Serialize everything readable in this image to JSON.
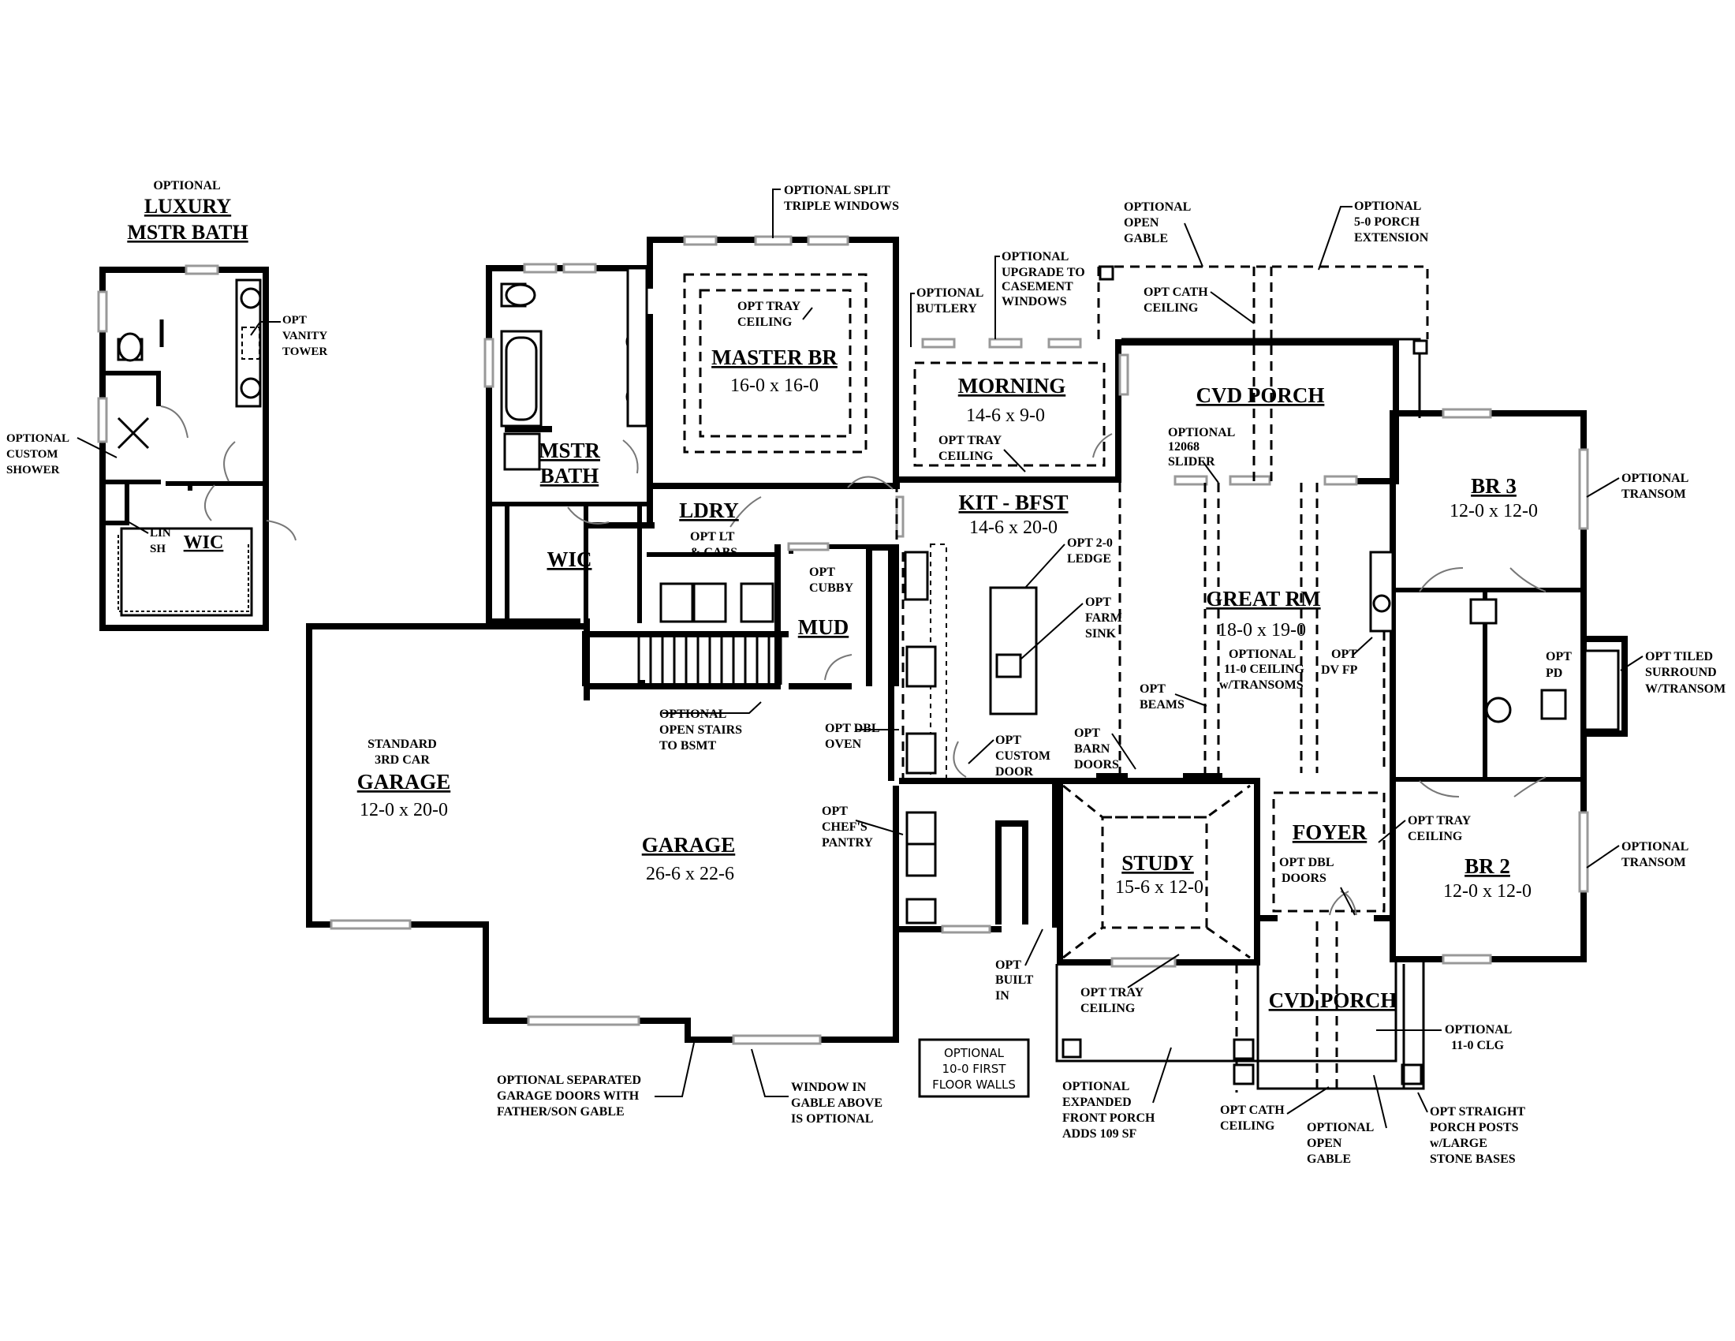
{
  "luxury_bath": {
    "optional_label": "OPTIONAL",
    "title_line1": "LUXURY",
    "title_line2": "MSTR BATH",
    "wic": "WIC",
    "notes": {
      "opt_vanity": [
        "OPT",
        "VANITY",
        "TOWER"
      ],
      "custom_shower": [
        "OPTIONAL",
        "CUSTOM",
        "SHOWER"
      ],
      "lin_sh": [
        "LIN",
        "SH"
      ]
    }
  },
  "rooms": {
    "master_br": {
      "name": "MASTER BR",
      "dim": "16-0 x 16-0"
    },
    "mstr_bath": {
      "name_line1": "MSTR",
      "name_line2": "BATH"
    },
    "wic": {
      "name": "WIC"
    },
    "ldry": {
      "name": "LDRY"
    },
    "mud": {
      "name": "MUD"
    },
    "morning": {
      "name": "MORNING",
      "dim": "14-6 x 9-0"
    },
    "kit_bfst": {
      "name": "KIT - BFST",
      "dim": "14-6 x 20-0"
    },
    "cvd_porch_rear": {
      "name": "CVD PORCH"
    },
    "great_rm": {
      "name": "GREAT RM",
      "dim": "18-0 x 19-0"
    },
    "br3": {
      "name": "BR 3",
      "dim": "12-0 x 12-0"
    },
    "br2": {
      "name": "BR 2",
      "dim": "12-0 x 12-0"
    },
    "study": {
      "name": "STUDY",
      "dim": "15-6 x 12-0"
    },
    "foyer": {
      "name": "FOYER"
    },
    "cvd_porch_front": {
      "name": "CVD PORCH"
    },
    "garage": {
      "name": "GARAGE",
      "dim": "26-6 x 22-6"
    },
    "garage3": {
      "pre1": "STANDARD",
      "pre2": "3RD CAR",
      "name": "GARAGE",
      "dim": "12-0 x 20-0"
    }
  },
  "notes": {
    "split_windows": [
      "OPTIONAL SPLIT",
      "TRIPLE WINDOWS"
    ],
    "master_tray": [
      "OPT TRAY",
      "CEILING"
    ],
    "butlery": [
      "OPTIONAL",
      "BUTLERY"
    ],
    "casement": [
      "OPTIONAL",
      "UPGRADE TO",
      "CASEMENT",
      "WINDOWS"
    ],
    "open_gable_rear": [
      "OPTIONAL",
      "OPEN",
      "GABLE"
    ],
    "porch_ext": [
      "OPTIONAL",
      "5-0 PORCH",
      "EXTENSION"
    ],
    "cath_ceiling_rear": [
      "OPT CATH",
      "CEILING"
    ],
    "morning_tray": [
      "OPT TRAY",
      "CEILING"
    ],
    "slider": [
      "OPTIONAL",
      "12068",
      "SLIDER"
    ],
    "ledge": [
      "OPT 2-0",
      "LEDGE"
    ],
    "farm_sink": [
      "OPT",
      "FARM",
      "SINK"
    ],
    "great_ceiling": [
      "OPTIONAL",
      "11-0 CEILING",
      "w/TRANSOMS"
    ],
    "beams": [
      "OPT",
      "BEAMS"
    ],
    "dv_fp": [
      "OPT",
      "DV FP"
    ],
    "transom1": [
      "OPTIONAL",
      "TRANSOM"
    ],
    "transom2": [
      "OPTIONAL",
      "TRANSOM"
    ],
    "tiled": [
      "OPT TILED",
      "SURROUND",
      "W/TRANSOM"
    ],
    "pd": [
      "OPT",
      "PD"
    ],
    "lt_cabs": [
      "OPT LT",
      "& CABS"
    ],
    "cubby": [
      "OPT",
      "CUBBY"
    ],
    "open_stairs": [
      "OPTIONAL",
      "OPEN STAIRS",
      "TO BSMT"
    ],
    "dbl_oven": [
      "OPT DBL",
      "OVEN"
    ],
    "custom_door": [
      "OPT",
      "CUSTOM",
      "DOOR"
    ],
    "barn_doors": [
      "OPT",
      "BARN",
      "DOORS"
    ],
    "chefs_pantry": [
      "OPT",
      "CHEF'S",
      "PANTRY"
    ],
    "built_in": [
      "OPT",
      "BUILT",
      "IN"
    ],
    "study_tray": [
      "OPT TRAY",
      "CEILING"
    ],
    "br2_tray": [
      "OPT TRAY",
      "CEILING"
    ],
    "dbl_doors": [
      "OPT DBL",
      "DOORS"
    ],
    "clg": [
      "OPTIONAL",
      "11-0 CLG"
    ],
    "expanded_porch": [
      "OPTIONAL",
      "EXPANDED",
      "FRONT PORCH",
      "ADDS 109 SF"
    ],
    "cath_ceiling_front": [
      "OPT CATH",
      "CEILING"
    ],
    "open_gable_front": [
      "OPTIONAL",
      "OPEN",
      "GABLE"
    ],
    "porch_posts": [
      "OPT STRAIGHT",
      "PORCH POSTS",
      "w/LARGE",
      "STONE BASES"
    ],
    "garage_doors": [
      "OPTIONAL SEPARATED",
      "GARAGE DOORS WITH",
      "FATHER/SON GABLE"
    ],
    "gable_window": [
      "WINDOW IN",
      "GABLE ABOVE",
      "IS OPTIONAL"
    ],
    "first_floor_walls": [
      "OPTIONAL",
      "10-0 FIRST",
      "FLOOR WALLS"
    ]
  }
}
